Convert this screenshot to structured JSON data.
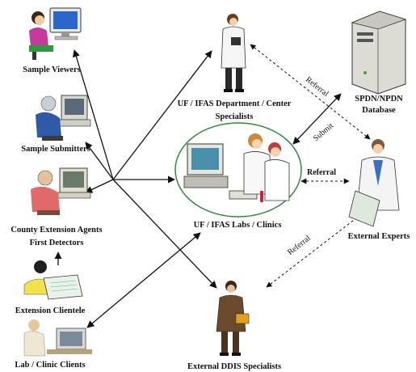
{
  "nodes": {
    "sample_viewers": "Sample Viewers",
    "sample_submitters": "Sample Submitters",
    "county_agents_line1": "County Extension Agents",
    "county_agents_line2": "First Detectors",
    "extension_clientele": "Extension Clientele",
    "lab_clients": "Lab / Clinic Clients",
    "dept_specialists_line1": "UF / IFAS Department / Center",
    "dept_specialists_line2": "Specialists",
    "labs_clinics": "UF / IFAS Labs / Clinics",
    "database_line1": "SPDN/NPDN",
    "database_line2": "Database",
    "external_experts": "External Experts",
    "ddis_specialists": "External DDIS Specialists"
  },
  "edges": {
    "referral_top": "Referral",
    "submit": "Submit",
    "referral_mid": "Referral",
    "referral_bottom": "Referral"
  },
  "colors": {
    "line": "#111111",
    "lab_ellipse": "#2e8b3a",
    "person_shirt_blue": "#3a6fc4",
    "person_shirt_red": "#d9534f",
    "person_shirt_green": "#39b54a",
    "person_yellow": "#f2e14a"
  }
}
